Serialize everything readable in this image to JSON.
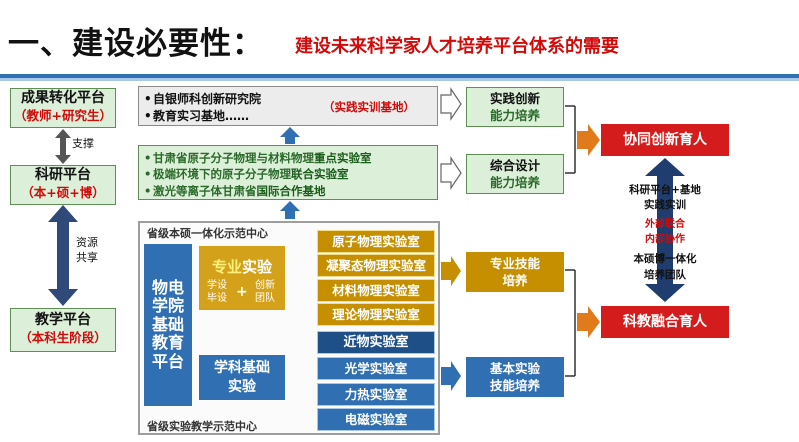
{
  "title": {
    "main": "一、建设必要性：",
    "sub": "建设未来科学家人才培养平台体系的需要"
  },
  "left_platforms": [
    {
      "name": "成果转化平台",
      "note": "（教师+研究生）"
    },
    {
      "name": "科研平台",
      "note": "（本+硕+博）"
    },
    {
      "name": "教学平台",
      "note": "（本科生阶段）"
    }
  ],
  "left_labels": {
    "support": "支撑",
    "share_1": "资源",
    "share_2": "共享"
  },
  "top_box": {
    "line1": "自银师科创新研究院",
    "line2": "教育实习基地……",
    "tag": "（实践实训基地）"
  },
  "mid_box": {
    "lines": [
      {
        "pre": "甘肃省原子分子物理与材料物理",
        "em": "重点实验室"
      },
      {
        "pre": "极端环境下的原子分子物理",
        "em": "联合实验室"
      },
      {
        "pre": "激光等离子体甘肃省",
        "em": "国际合作基地"
      }
    ]
  },
  "outcomes": [
    {
      "l1": "实践创新",
      "l2": "能力培养"
    },
    {
      "l1": "综合设计",
      "l2": "能力培养"
    },
    {
      "l1": "专业技能",
      "l2": "培养"
    },
    {
      "l1": "基本实验",
      "l2": "技能培养"
    }
  ],
  "goals": {
    "top": "协同创新育人",
    "bottom": "科教融合育人"
  },
  "center_text": {
    "l1": "科研平台+基地",
    "l2": "实践实训",
    "l3": "外部联合",
    "l4": "内部协作",
    "l5": "本硕博一体化",
    "l6": "培养团队"
  },
  "frame": {
    "top_caption": "省级本硕一体化示范中心",
    "bottom_caption": "省级实验教学示范中心"
  },
  "physics_platform": [
    "物电",
    "学院",
    "基础",
    "教育",
    "平台"
  ],
  "professional": {
    "name_a": "专业",
    "name_b": "实验",
    "left_1": "学设",
    "left_2": "毕设",
    "plus": "+",
    "right_1": "创新",
    "right_2": "团队"
  },
  "basic": {
    "l1": "学科基础",
    "l2": "实验"
  },
  "pro_labs": [
    "原子物理实验室",
    "凝聚态物理实验室",
    "材料物理实验室",
    "理论物理实验室"
  ],
  "basic_labs": [
    "近物实验室",
    "光学实验室",
    "力热实验室",
    "电磁实验室"
  ],
  "colors": {
    "accent_red": "#d41c1c",
    "title_red": "#d10a0a",
    "blue": "#2f6fb2",
    "gold": "#c58f00",
    "green_fill": "#dcefd9",
    "green_text": "#2b6a2b"
  }
}
